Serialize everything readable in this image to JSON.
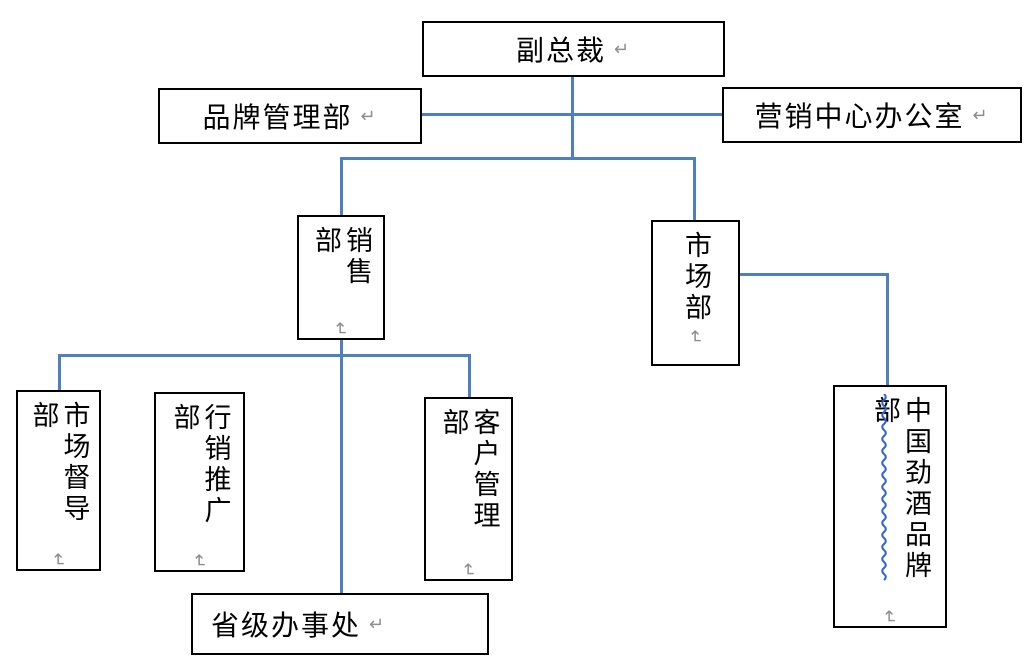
{
  "colors": {
    "connector": "#4E80BD",
    "box_border": "#000000",
    "background": "#FFFFFF",
    "formatting_mark": "#8E8E8E",
    "grammar_underline": "#2E62D9"
  },
  "marks": {
    "paragraph": "↵"
  },
  "nodes": {
    "vp": {
      "label": "副总裁",
      "orientation": "horizontal"
    },
    "brand": {
      "label": "品牌管理部",
      "orientation": "horizontal"
    },
    "office": {
      "label": "营销中心办公室",
      "orientation": "horizontal"
    },
    "sales": {
      "label": "销售部",
      "orientation": "vertical"
    },
    "market": {
      "label": "市场部",
      "orientation": "vertical"
    },
    "supervision": {
      "label": "市场督导部",
      "orientation": "vertical"
    },
    "promotion": {
      "label": "行销推广部",
      "orientation": "vertical"
    },
    "customer": {
      "label": "客户管理部",
      "orientation": "vertical"
    },
    "provincial": {
      "label": "省级办事处",
      "orientation": "horizontal"
    },
    "jingjiu": {
      "label": "中国劲酒品牌部",
      "orientation": "vertical",
      "grammar_underline": true
    }
  },
  "edges": [
    {
      "from": "副总裁",
      "to": "品牌管理部"
    },
    {
      "from": "副总裁",
      "to": "营销中心办公室"
    },
    {
      "from": "副总裁",
      "to": "销售部"
    },
    {
      "from": "副总裁",
      "to": "市场部"
    },
    {
      "from": "销售部",
      "to": "市场督导部"
    },
    {
      "from": "销售部",
      "to": "客户管理部"
    },
    {
      "from": "销售部",
      "to": "省级办事处"
    },
    {
      "from": "市场部",
      "to": "中国劲酒品牌部"
    }
  ]
}
